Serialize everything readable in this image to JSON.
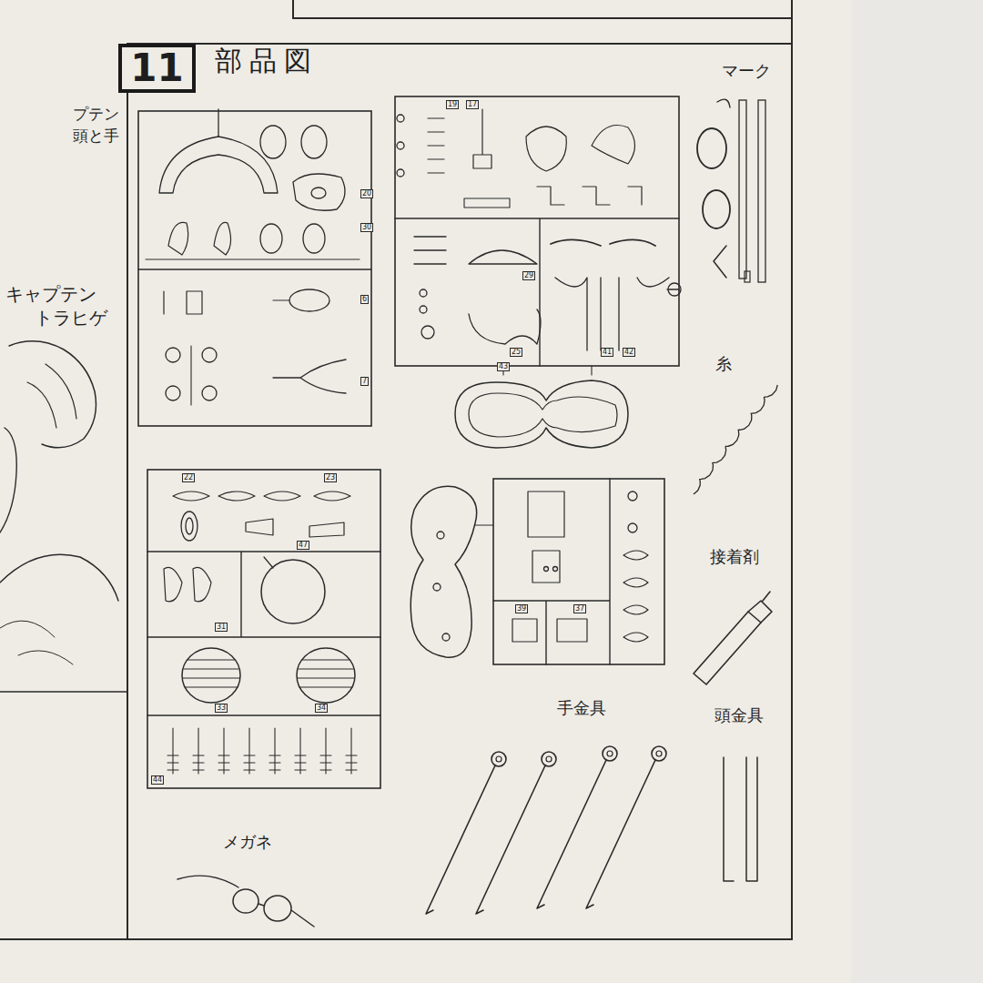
{
  "diagram": {
    "title": "部品図",
    "nodes": [
      {
        "text": [
          "11"
        ]
      }
    ],
    "labels": [
      "プテン",
      "頭と手",
      "キャプテン",
      "トラヒゲ",
      "マーク",
      "糸",
      "接着剤",
      "手金具",
      "頭金具",
      "メガネ",
      "20",
      "30",
      "6",
      "7",
      "19",
      "17",
      "29",
      "25",
      "41",
      "42",
      "43",
      "22",
      "23",
      "47",
      "31",
      "33",
      "34",
      "44",
      "39",
      "37"
    ]
  }
}
